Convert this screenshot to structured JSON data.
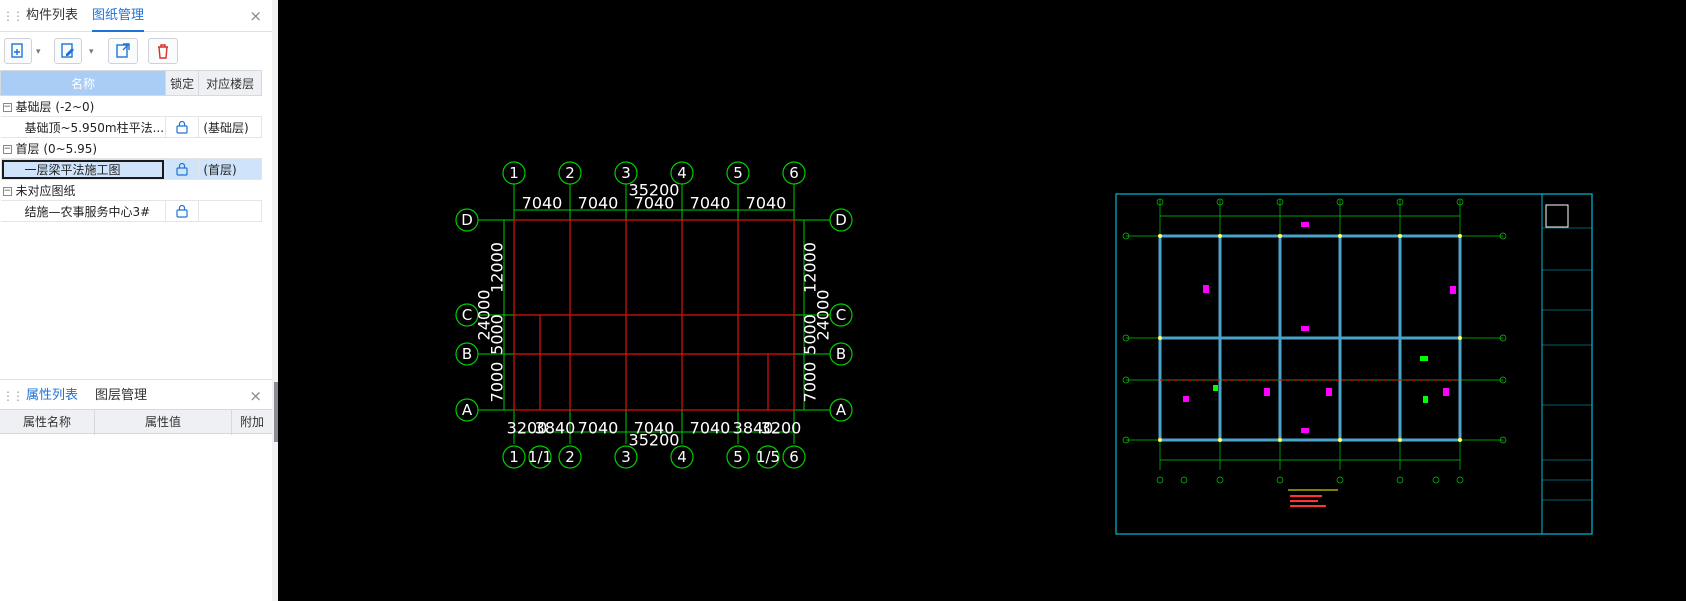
{
  "panel_top": {
    "tabs": [
      "构件列表",
      "图纸管理"
    ],
    "active_tab": "图纸管理",
    "close": "×"
  },
  "toolbar": {
    "buttons": [
      "add-drawing",
      "edit-drawing",
      "export-drawing",
      "delete-drawing"
    ]
  },
  "drawing_table": {
    "headers": {
      "name": "名称",
      "lock": "锁定",
      "floor": "对应楼层"
    },
    "rows": [
      {
        "type": "group",
        "name": "基础层 (-2~0)"
      },
      {
        "type": "item",
        "name": "基础顶~5.950m柱平法...",
        "locked": true,
        "floor": "(基础层)"
      },
      {
        "type": "group",
        "name": "首层 (0~5.95)"
      },
      {
        "type": "item",
        "name": "一层梁平法施工图",
        "locked": true,
        "floor": "(首层)",
        "selected": true
      },
      {
        "type": "group",
        "name": "未对应图纸"
      },
      {
        "type": "item",
        "name": "结施—农事服务中心3#",
        "locked": true,
        "floor": ""
      }
    ]
  },
  "panel_bottom": {
    "tabs": [
      "属性列表",
      "图层管理"
    ],
    "active_tab": "属性列表",
    "close": "×",
    "headers": {
      "prop_name": "属性名称",
      "prop_value": "属性值",
      "extra": "附加"
    }
  },
  "collapse_arrow": "‹",
  "axis_grid": {
    "top_axes": [
      "1",
      "2",
      "3",
      "4",
      "5",
      "6"
    ],
    "top_total": "35200",
    "top_spans": [
      "7040",
      "7040",
      "7040",
      "7040",
      "7040"
    ],
    "row_axes": [
      "D",
      "C",
      "B",
      "A"
    ],
    "left_total": "24000",
    "left_spans": [
      "12000",
      "5000",
      "7000"
    ],
    "right_total": "24000",
    "right_spans": [
      "12000",
      "5000",
      "7000"
    ],
    "bottom_spans": [
      "3200",
      "3840",
      "7040",
      "7040",
      "7040",
      "3840",
      "3200"
    ],
    "bottom_total": "35200",
    "bottom_axes": [
      "1",
      "1/1",
      "2",
      "3",
      "4",
      "5",
      "1/5",
      "6"
    ]
  },
  "colors": {
    "accent": "#1f73d6",
    "header_highlight": "#a9cdf5",
    "selected_row": "#cfe4fb",
    "canvas_bg": "#000000",
    "axis_green": "#00cc00",
    "beam_red": "#e01010",
    "frame_cyan": "#00bcd4"
  }
}
